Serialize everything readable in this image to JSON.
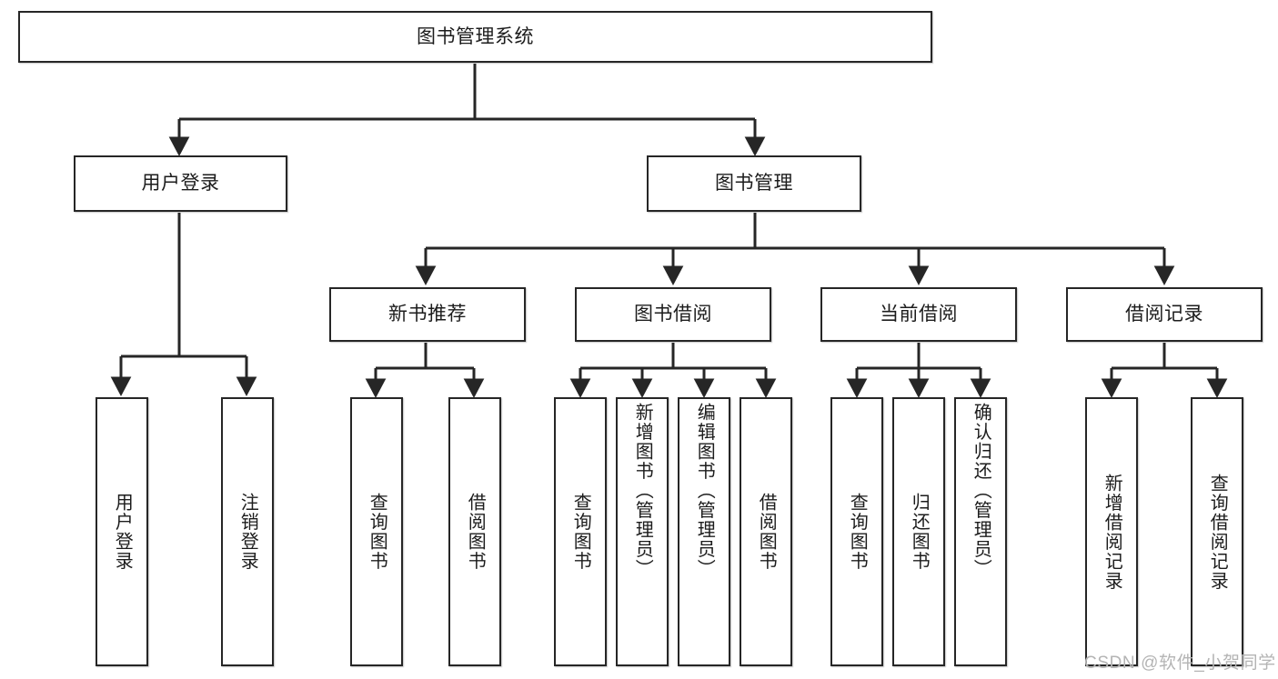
{
  "diagram": {
    "title": "图书管理系统",
    "watermark": "CSDN @软件_小贺同学",
    "nodes": {
      "root": {
        "label": "图书管理系统"
      },
      "level2": [
        {
          "label": "用户登录"
        },
        {
          "label": "图书管理"
        }
      ],
      "level3": [
        {
          "label": "新书推荐"
        },
        {
          "label": "图书借阅"
        },
        {
          "label": "当前借阅"
        },
        {
          "label": "借阅记录"
        }
      ],
      "leaves_user_login": [
        {
          "label": "用户登录"
        },
        {
          "label": "注销登录"
        }
      ],
      "leaves_new_book": [
        {
          "label": "查询图书"
        },
        {
          "label": "借阅图书"
        }
      ],
      "leaves_borrow": [
        {
          "label": "查询图书"
        },
        {
          "label": "新增图书（管理员）"
        },
        {
          "label": "编辑图书（管理员）"
        },
        {
          "label": "借阅图书"
        }
      ],
      "leaves_current": [
        {
          "label": "查询图书"
        },
        {
          "label": "归还图书"
        },
        {
          "label": "确认归还（管理员）"
        }
      ],
      "leaves_records": [
        {
          "label": "新增借阅记录"
        },
        {
          "label": "查询借阅记录"
        }
      ]
    },
    "colors": {
      "stroke": "#262626",
      "fill": "#ffffff",
      "text": "#1c1c1c",
      "watermark": "#b4b4b4"
    }
  }
}
